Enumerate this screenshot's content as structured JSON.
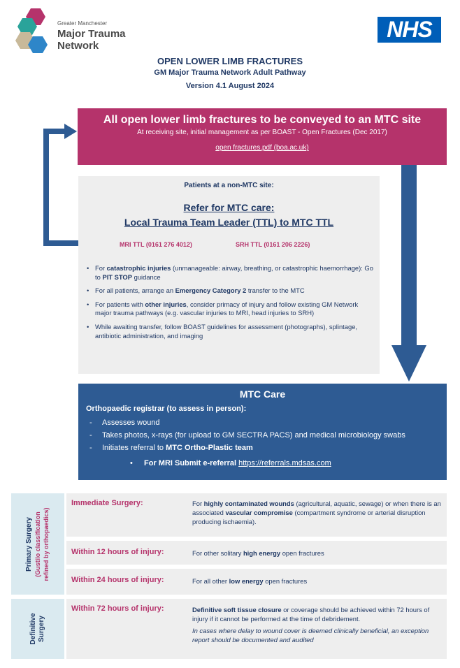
{
  "logo": {
    "line1": "Greater Manchester",
    "line2": "Major Trauma",
    "line3": "Network",
    "colors": [
      "#b5336b",
      "#2aa39a",
      "#c8b99a",
      "#2e86c9"
    ]
  },
  "nhs_logo": "NHS",
  "header": {
    "title": "OPEN LOWER LIMB FRACTURES",
    "subtitle": "GM Major Trauma Network Adult Pathway",
    "version": "Version 4.1 August 2024"
  },
  "banner": {
    "title": "All open lower limb fractures to be conveyed to an MTC site",
    "subtitle": "At receiving site, initial management as per BOAST - Open Fractures (Dec 2017)",
    "link": "open fractures.pdf (boa.ac.uk)"
  },
  "non_mtc": {
    "heading": "Patients at a non-MTC site:",
    "refer1": "Refer for MTC care:",
    "refer2": "Local Trauma Team Leader (TTL) to MTC TTL",
    "mri_ttl": "MRI TTL (0161 276 4012)",
    "srh_ttl": "SRH TTL (0161 206 2226)",
    "b1_pre": "For ",
    "b1_bold": "catastrophic injuries",
    "b1_mid": " (unmanageable: airway, breathing, or catastrophic haemorrhage): Go to ",
    "b1_bold2": "PIT STOP",
    "b1_post": " guidance",
    "b2_pre": "For all patients, arrange an ",
    "b2_bold": "Emergency Category 2",
    "b2_post": " transfer to the MTC",
    "b3_pre": "For patients with ",
    "b3_bold": "other injuries",
    "b3_post": ", consider primacy of injury and follow existing GM Network major trauma pathways (e.g. vascular injuries to MRI, head injuries to SRH)",
    "b4": "While awaiting transfer, follow BOAST guidelines for assessment (photographs), splintage, antibiotic administration, and imaging"
  },
  "mtc": {
    "title": "MTC Care",
    "sub": "Orthopaedic registrar (to assess in person):",
    "i1": "Assesses wound",
    "i2": "Takes photos, x-rays (for upload to GM SECTRA PACS) and medical microbiology swabs",
    "i3_pre": "Initiates referral to ",
    "i3_bold": "MTC Ortho-Plastic team",
    "bullet": "•",
    "ref_bold": "For MRI Submit e-referral ",
    "ref_link": "https://referrals.mdsas.com"
  },
  "table": {
    "primary_label1": "Primary Surgery",
    "primary_label2": "(Gustilo classification",
    "primary_label3": "refined by orthopaedics)",
    "definitive_label1": "Definitive",
    "definitive_label2": "Surgery",
    "r1_label": "Immediate Surgery:",
    "r1_pre": "For ",
    "r1_bold": "highly contaminated wounds",
    "r1_mid": " (agricultural, aquatic, sewage) or when there is an associated ",
    "r1_bold2": "vascular compromise",
    "r1_post": " (compartment syndrome or arterial disruption producing ischaemia).",
    "r2_label": "Within 12 hours of injury:",
    "r2_pre": "For other solitary ",
    "r2_bold": "high energy",
    "r2_post": " open fractures",
    "r3_label": "Within 24 hours of injury:",
    "r3_pre": "For all other ",
    "r3_bold": "low energy",
    "r3_post": " open fractures",
    "r4_label": "Within 72 hours of injury:",
    "r4_bold": "Definitive soft tissue closure",
    "r4_post": " or coverage should be achieved within 72 hours of injury if it cannot be performed at the time of debridement.",
    "r4_italic": "In cases where delay to wound cover is deemed clinically beneficial, an exception report should be documented and audited"
  }
}
